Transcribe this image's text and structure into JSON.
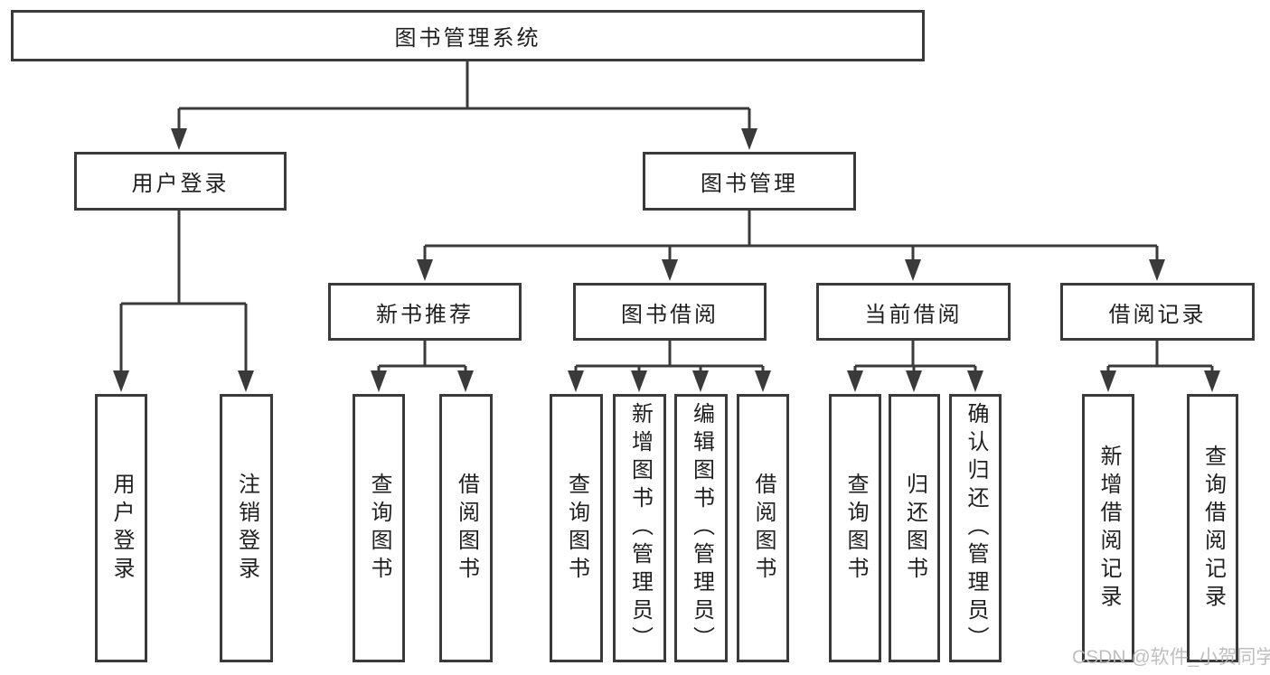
{
  "diagram": {
    "root": {
      "label": "图书管理系统"
    },
    "level2": [
      {
        "id": "user-login",
        "label": "用户登录"
      },
      {
        "id": "book-management",
        "label": "图书管理"
      }
    ],
    "level3": [
      {
        "id": "new-book-recommend",
        "label": "新书推荐"
      },
      {
        "id": "book-borrowing",
        "label": "图书借阅"
      },
      {
        "id": "current-borrowing",
        "label": "当前借阅"
      },
      {
        "id": "borrowing-records",
        "label": "借阅记录"
      }
    ],
    "leaves": {
      "user_login": [
        {
          "label": "用户登录"
        },
        {
          "label": "注销登录"
        }
      ],
      "new_book_recommend": [
        {
          "label": "查询图书"
        },
        {
          "label": "借阅图书"
        }
      ],
      "book_borrowing": [
        {
          "label": "查询图书"
        },
        {
          "label": "新增图书（管理员）"
        },
        {
          "label": "编辑图书（管理员）"
        },
        {
          "label": "借阅图书"
        }
      ],
      "current_borrowing": [
        {
          "label": "查询图书"
        },
        {
          "label": "归还图书"
        },
        {
          "label": "确认归还（管理员）"
        }
      ],
      "borrowing_records": [
        {
          "label": "新增借阅记录"
        },
        {
          "label": "查询借阅记录"
        }
      ]
    }
  },
  "watermark": {
    "text": "CSDN @软件_小贺同学"
  },
  "colors": {
    "line": "#3a3a3a",
    "box_border": "#3a3a3a",
    "box_background": "#ffffff",
    "text": "#1f1f1f",
    "watermark": "#b9b9b9",
    "page_background": "#ffffff"
  }
}
